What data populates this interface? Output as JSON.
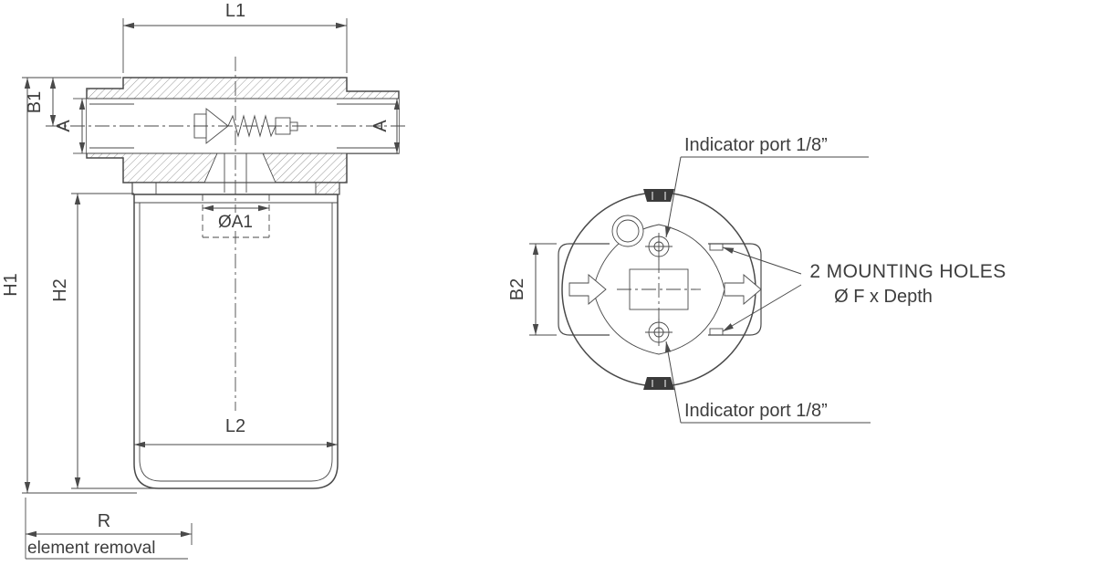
{
  "drawing": {
    "background": "#ffffff",
    "line_color": "#4a4a4a",
    "side_view": {
      "L1": "L1",
      "B1": "B1",
      "A_left": "A",
      "A_right": "A",
      "OA1": "ØA1",
      "H1": "H1",
      "H2": "H2",
      "L2": "L2",
      "R": "R",
      "element_removal": "element removal"
    },
    "top_view": {
      "B2": "B2",
      "indicator_port_top": "Indicator port 1/8”",
      "indicator_port_bottom": "Indicator port 1/8”",
      "mounting_holes_line1": "2 MOUNTING HOLES",
      "mounting_holes_line2": "Ø F x Depth"
    }
  }
}
